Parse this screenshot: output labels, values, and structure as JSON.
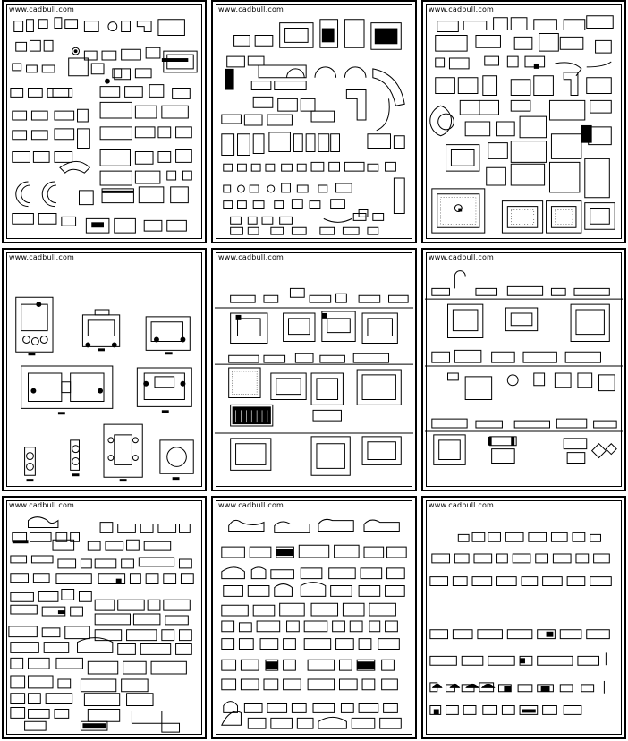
{
  "watermark": "www.cadbull.com",
  "panels": [
    {
      "id": "p1",
      "watermark": "www.cadbull.com",
      "style": "plan-mixed"
    },
    {
      "id": "p2",
      "watermark": "www.cadbull.com",
      "style": "plan-sofas"
    },
    {
      "id": "p3",
      "watermark": "www.cadbull.com",
      "style": "plan-sets"
    },
    {
      "id": "p4",
      "watermark": "www.cadbull.com",
      "style": "living-layouts"
    },
    {
      "id": "p5",
      "watermark": "www.cadbull.com",
      "style": "elevation-plan-bands"
    },
    {
      "id": "p6",
      "watermark": "www.cadbull.com",
      "style": "elevation-plan-bands-2"
    },
    {
      "id": "p7",
      "watermark": "www.cadbull.com",
      "style": "elevation-dense"
    },
    {
      "id": "p8",
      "watermark": "www.cadbull.com",
      "style": "elevation-rows"
    },
    {
      "id": "p9",
      "watermark": "www.cadbull.com",
      "style": "elevation-sparse"
    }
  ],
  "colors": {
    "line": "#000000",
    "background": "#ffffff",
    "hatch": "#000000"
  }
}
